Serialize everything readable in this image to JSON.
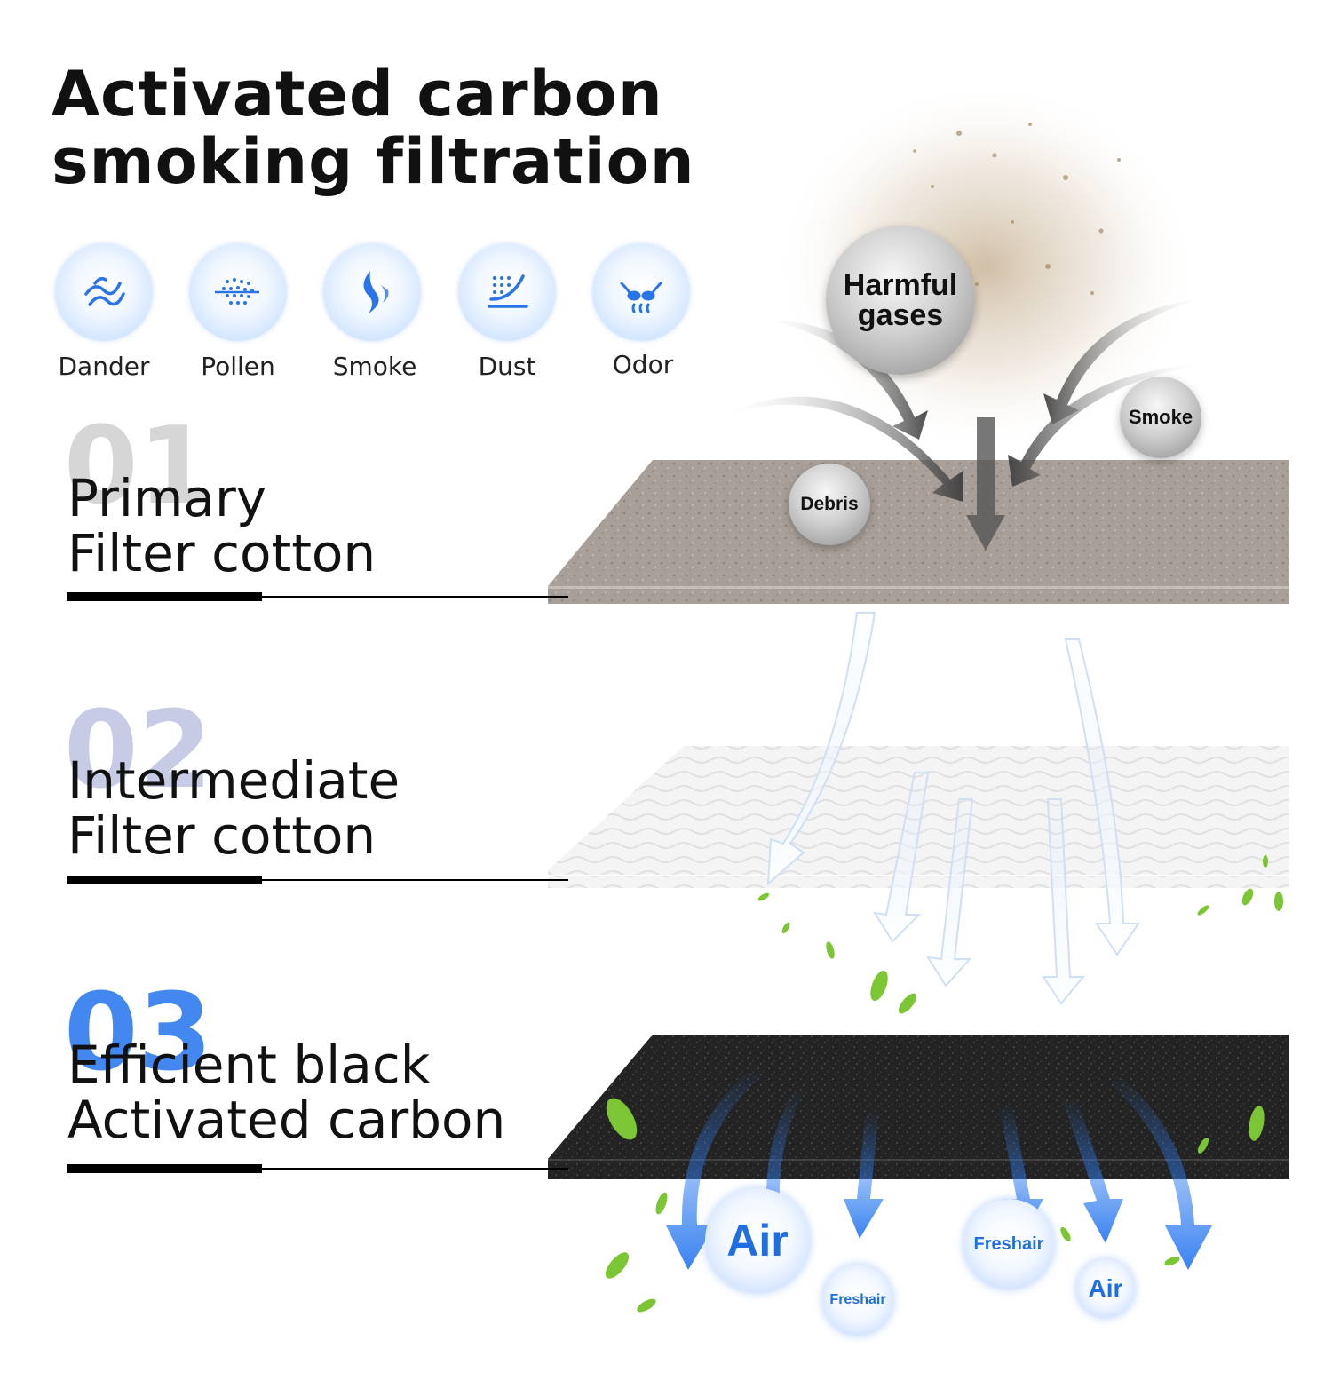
{
  "title": {
    "line1": "Activated carbon",
    "line2": "smoking filtration"
  },
  "icons": [
    {
      "name": "dander-icon",
      "label": "Dander"
    },
    {
      "name": "pollen-icon",
      "label": "Pollen"
    },
    {
      "name": "smoke-icon",
      "label": "Smoke"
    },
    {
      "name": "dust-icon",
      "label": "Dust"
    },
    {
      "name": "odor-icon",
      "label": "Odor"
    }
  ],
  "layers": [
    {
      "number": "01",
      "line1": "Primary",
      "line2": "Filter cotton"
    },
    {
      "number": "02",
      "line1": "Intermediate",
      "line2": "Filter cotton"
    },
    {
      "number": "03",
      "line1": "Efficient black",
      "line2": "Activated carbon"
    }
  ],
  "pollutants": {
    "harmful_line1": "Harmful",
    "harmful_line2": "gases",
    "smoke": "Smoke",
    "debris": "Debris"
  },
  "outputs": {
    "air_large": "Air",
    "freshair_left": "Freshair",
    "freshair_right": "Freshair",
    "air_small": "Air"
  },
  "colors": {
    "accent_blue": "#1f6fe0",
    "number_gray": "#d6d6d6",
    "number_lavender": "#c7cbe6",
    "number_blue": "#2f7cf0"
  }
}
